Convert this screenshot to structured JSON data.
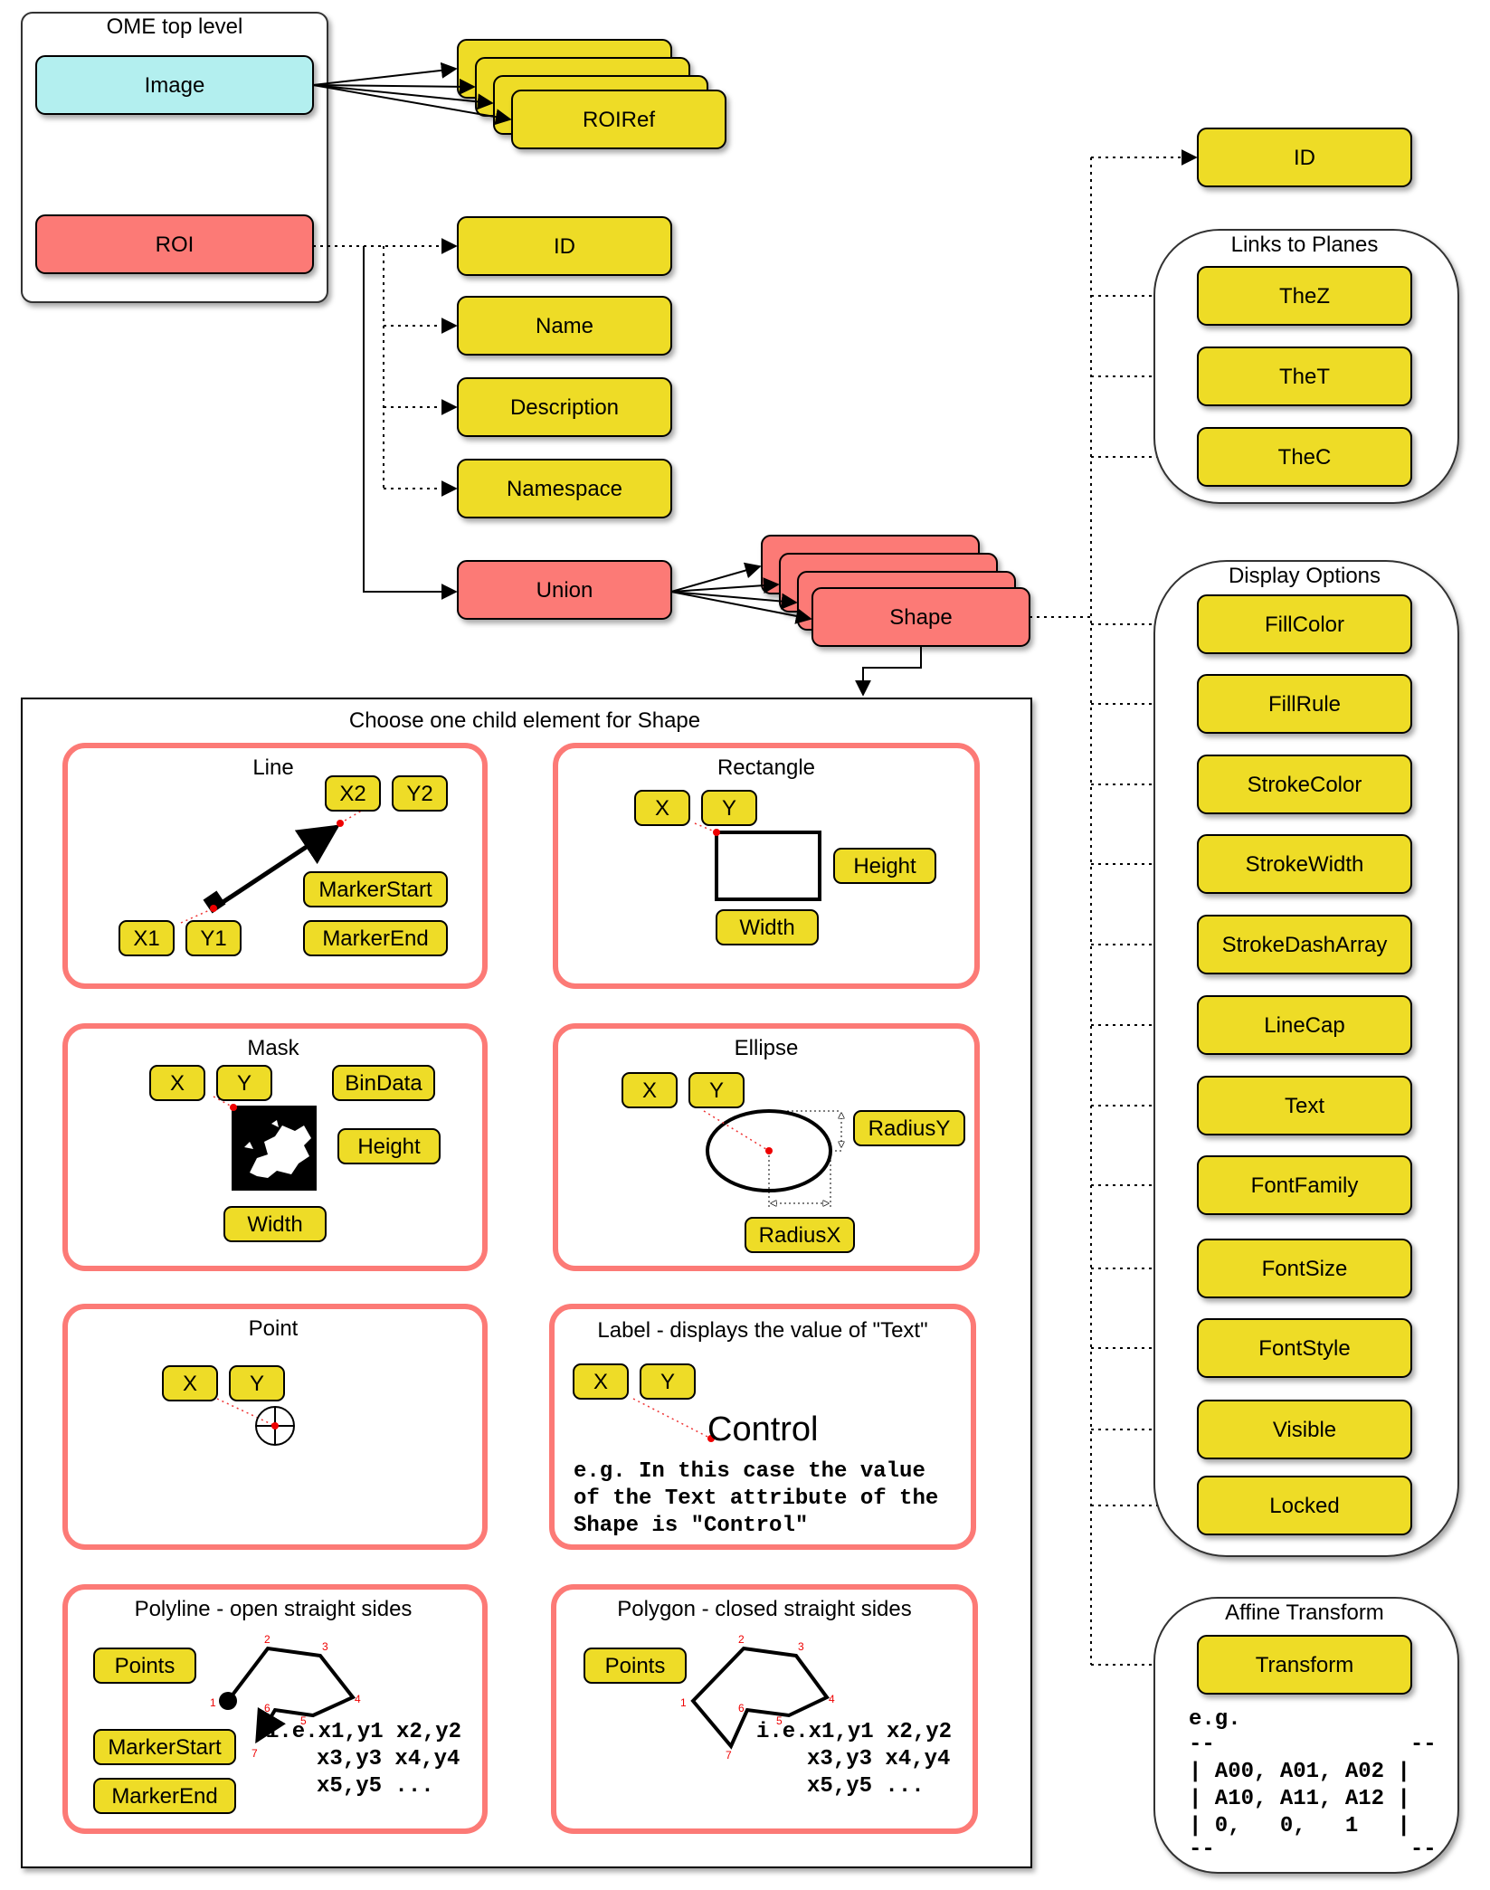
{
  "top_level": {
    "title": "OME top level",
    "image": "Image",
    "roi": "ROI",
    "roiref": "ROIRef"
  },
  "roi_children": {
    "id": "ID",
    "name": "Name",
    "description": "Description",
    "namespace": "Namespace",
    "union": "Union",
    "shape": "Shape"
  },
  "shape_attrs": {
    "id": "ID",
    "links_title": "Links to Planes",
    "thez": "TheZ",
    "thet": "TheT",
    "thec": "TheC",
    "display_title": "Display Options",
    "display": [
      "FillColor",
      "FillRule",
      "StrokeColor",
      "StrokeWidth",
      "StrokeDashArray",
      "LineCap",
      "Text",
      "FontFamily",
      "FontSize",
      "FontStyle",
      "Visible",
      "Locked"
    ],
    "affine_title": "Affine Transform",
    "transform": "Transform",
    "transform_eg": [
      "e.g.",
      "--               --",
      "| A00, A01, A02 |",
      "| A10, A11, A12 |",
      "| 0,   0,   1   |",
      "--               --"
    ]
  },
  "choose": {
    "title": "Choose one child element for Shape",
    "line": {
      "title": "Line",
      "x1": "X1",
      "y1": "Y1",
      "x2": "X2",
      "y2": "Y2",
      "marker_start": "MarkerStart",
      "marker_end": "MarkerEnd"
    },
    "rectangle": {
      "title": "Rectangle",
      "x": "X",
      "y": "Y",
      "height": "Height",
      "width": "Width"
    },
    "mask": {
      "title": "Mask",
      "x": "X",
      "y": "Y",
      "bindata": "BinData",
      "height": "Height",
      "width": "Width"
    },
    "ellipse": {
      "title": "Ellipse",
      "x": "X",
      "y": "Y",
      "radiusy": "RadiusY",
      "radiusx": "RadiusX"
    },
    "point": {
      "title": "Point",
      "x": "X",
      "y": "Y"
    },
    "label": {
      "title": "Label - displays the value of \"Text\"",
      "x": "X",
      "y": "Y",
      "sample": "Control",
      "eg": [
        "e.g. In this case the value",
        "of the Text attribute of the",
        "Shape is \"Control\""
      ]
    },
    "polyline": {
      "title": "Polyline - open straight sides",
      "points": "Points",
      "marker_start": "MarkerStart",
      "marker_end": "MarkerEnd",
      "eg": [
        "i.e.x1,y1 x2,y2",
        "     x3,y3 x4,y4",
        "     x5,y5 ..."
      ],
      "vertex_labels": [
        "1",
        "2",
        "3",
        "4",
        "5",
        "6",
        "7"
      ]
    },
    "polygon": {
      "title": "Polygon - closed straight sides",
      "points": "Points",
      "eg": [
        "i.e.x1,y1 x2,y2",
        "     x3,y3 x4,y4",
        "     x5,y5 ..."
      ],
      "vertex_labels": [
        "1",
        "2",
        "3",
        "4",
        "5",
        "6",
        "7"
      ]
    }
  }
}
